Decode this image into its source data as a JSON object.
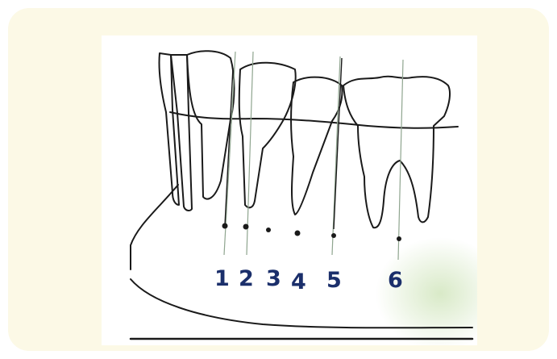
{
  "diagram": {
    "markers": [
      {
        "label": "1"
      },
      {
        "label": "2"
      },
      {
        "label": "3"
      },
      {
        "label": "4"
      },
      {
        "label": "5"
      },
      {
        "label": "6"
      }
    ]
  },
  "colors": {
    "card_background": "#fcf9e6",
    "ink": "#1a1a1a",
    "numbers": "#1b2f6b",
    "reference_lines": "#8fa58f",
    "stain": "#b9d89a"
  }
}
